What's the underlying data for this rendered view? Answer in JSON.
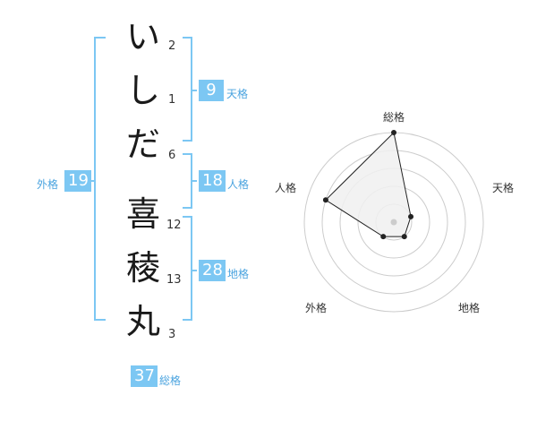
{
  "name": {
    "characters": [
      {
        "char": "い",
        "strokes": "2"
      },
      {
        "char": "し",
        "strokes": "1"
      },
      {
        "char": "だ",
        "strokes": "6"
      },
      {
        "char": "喜",
        "strokes": "12"
      },
      {
        "char": "稜",
        "strokes": "13"
      },
      {
        "char": "丸",
        "strokes": "3"
      }
    ]
  },
  "kakusu": {
    "tenkaku": {
      "value": "9",
      "label": "天格"
    },
    "jinkaku": {
      "value": "18",
      "label": "人格"
    },
    "chikaku": {
      "value": "28",
      "label": "地格"
    },
    "gaikaku": {
      "value": "19",
      "label": "外格"
    },
    "soukaku": {
      "value": "37",
      "label": "総格"
    }
  },
  "chart_data": {
    "type": "radar",
    "axes": [
      "総格",
      "天格",
      "地格",
      "外格",
      "人格"
    ],
    "values": [
      5,
      1,
      1,
      1,
      4
    ],
    "max": 5,
    "rings": 5,
    "colors": {
      "fill": "#f0f0f0",
      "line": "#222222",
      "grid": "#cccccc",
      "accent": "#7cc7f3"
    }
  }
}
